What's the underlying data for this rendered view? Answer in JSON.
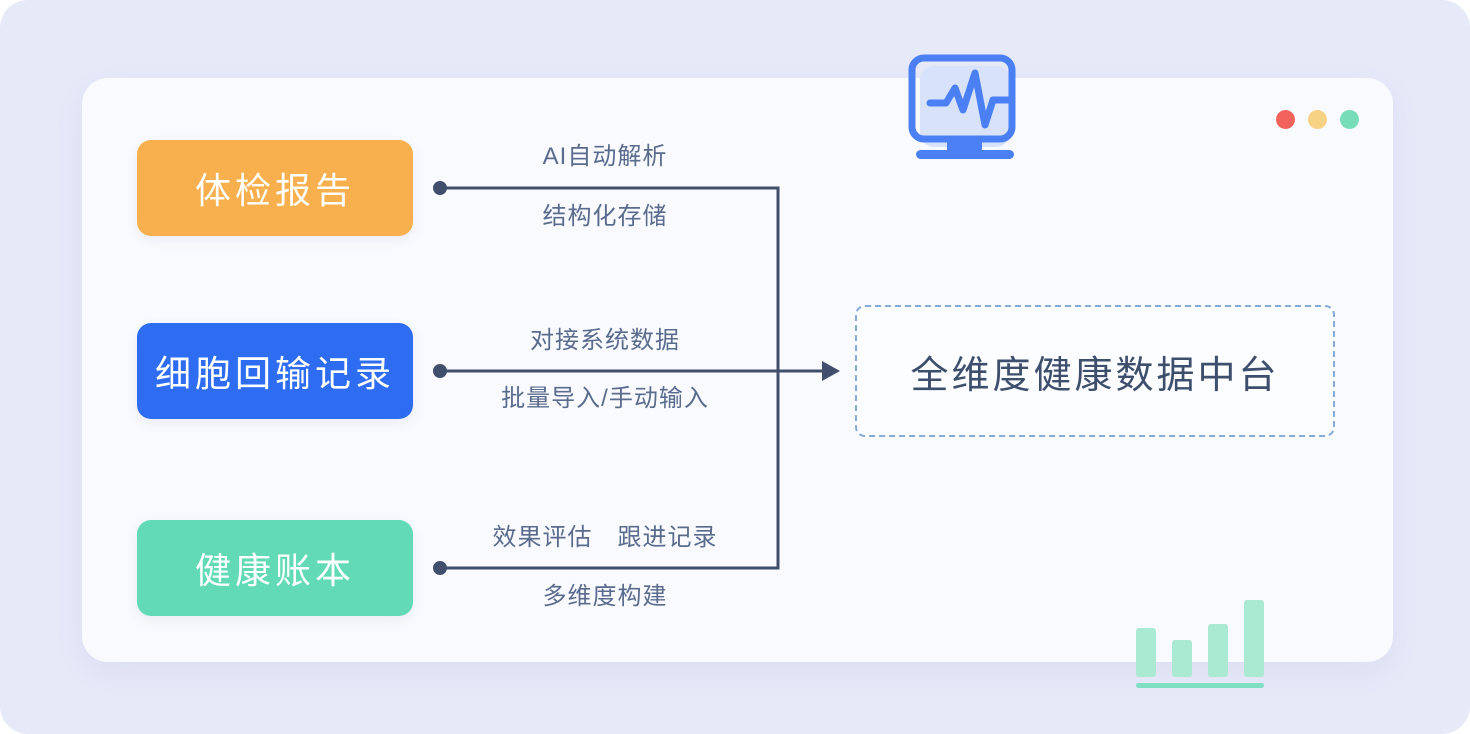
{
  "colors": {
    "outer_bg": "#E6E9F8",
    "card_bg": "#F9FAFD",
    "line": "#414F6D",
    "edge_text": "#5A6B8E",
    "hub_text": "#3E4E6D",
    "hub_border": "#86ABDB",
    "box_text": "#FFFFFF",
    "monitor_blue": "#4A80F4",
    "monitor_screen": "#D9E2FB",
    "bar_fill": "#AAEAD2",
    "bar_underline": "#7FE0C1"
  },
  "window_dots": [
    "#F2635B",
    "#F8D284",
    "#77DCB8"
  ],
  "sources": [
    {
      "label": "体检报告",
      "color": "#F8B04E"
    },
    {
      "label": "细胞回输记录",
      "color": "#2E6DF2"
    },
    {
      "label": "健康账本",
      "color": "#61DAB5"
    }
  ],
  "edges": [
    {
      "above": "AI自动解析",
      "below": "结构化存储"
    },
    {
      "above": "对接系统数据",
      "below": "批量导入/手动输入"
    },
    {
      "above": "效果评估　跟进记录",
      "below": "多维度构建"
    }
  ],
  "hub": {
    "label": "全维度健康数据中台"
  },
  "icons": {
    "monitor": "monitor-pulse-icon",
    "bar_chart": "bar-chart-icon"
  }
}
